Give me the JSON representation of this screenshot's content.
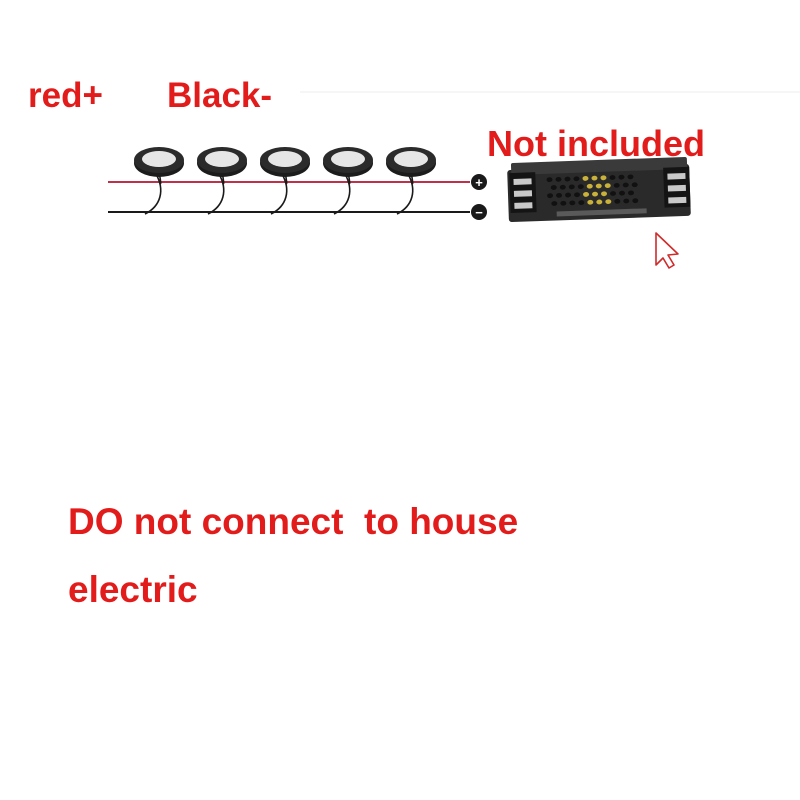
{
  "colors": {
    "text_red": "#e21b1b",
    "wire_red": "#c0304a",
    "wire_black": "#1a1a1a",
    "light_ring": "#1c1c1c",
    "light_lens": "#e6e6e6",
    "driver_body": "#2a2a2a",
    "cursor_outline": "#d02a2a"
  },
  "labels": {
    "positive": "red+",
    "negative": "Black-",
    "driver_note": "Not included"
  },
  "warning": {
    "text": "DO not connect  to house\nelectric"
  },
  "terminals": {
    "positive_symbol": "+",
    "negative_symbol": "−"
  },
  "diagram": {
    "light_count": 5,
    "icons": [
      "puck-light-icon",
      "led-driver-icon",
      "cursor-arrow-icon",
      "plus-terminal-icon",
      "minus-terminal-icon"
    ]
  }
}
